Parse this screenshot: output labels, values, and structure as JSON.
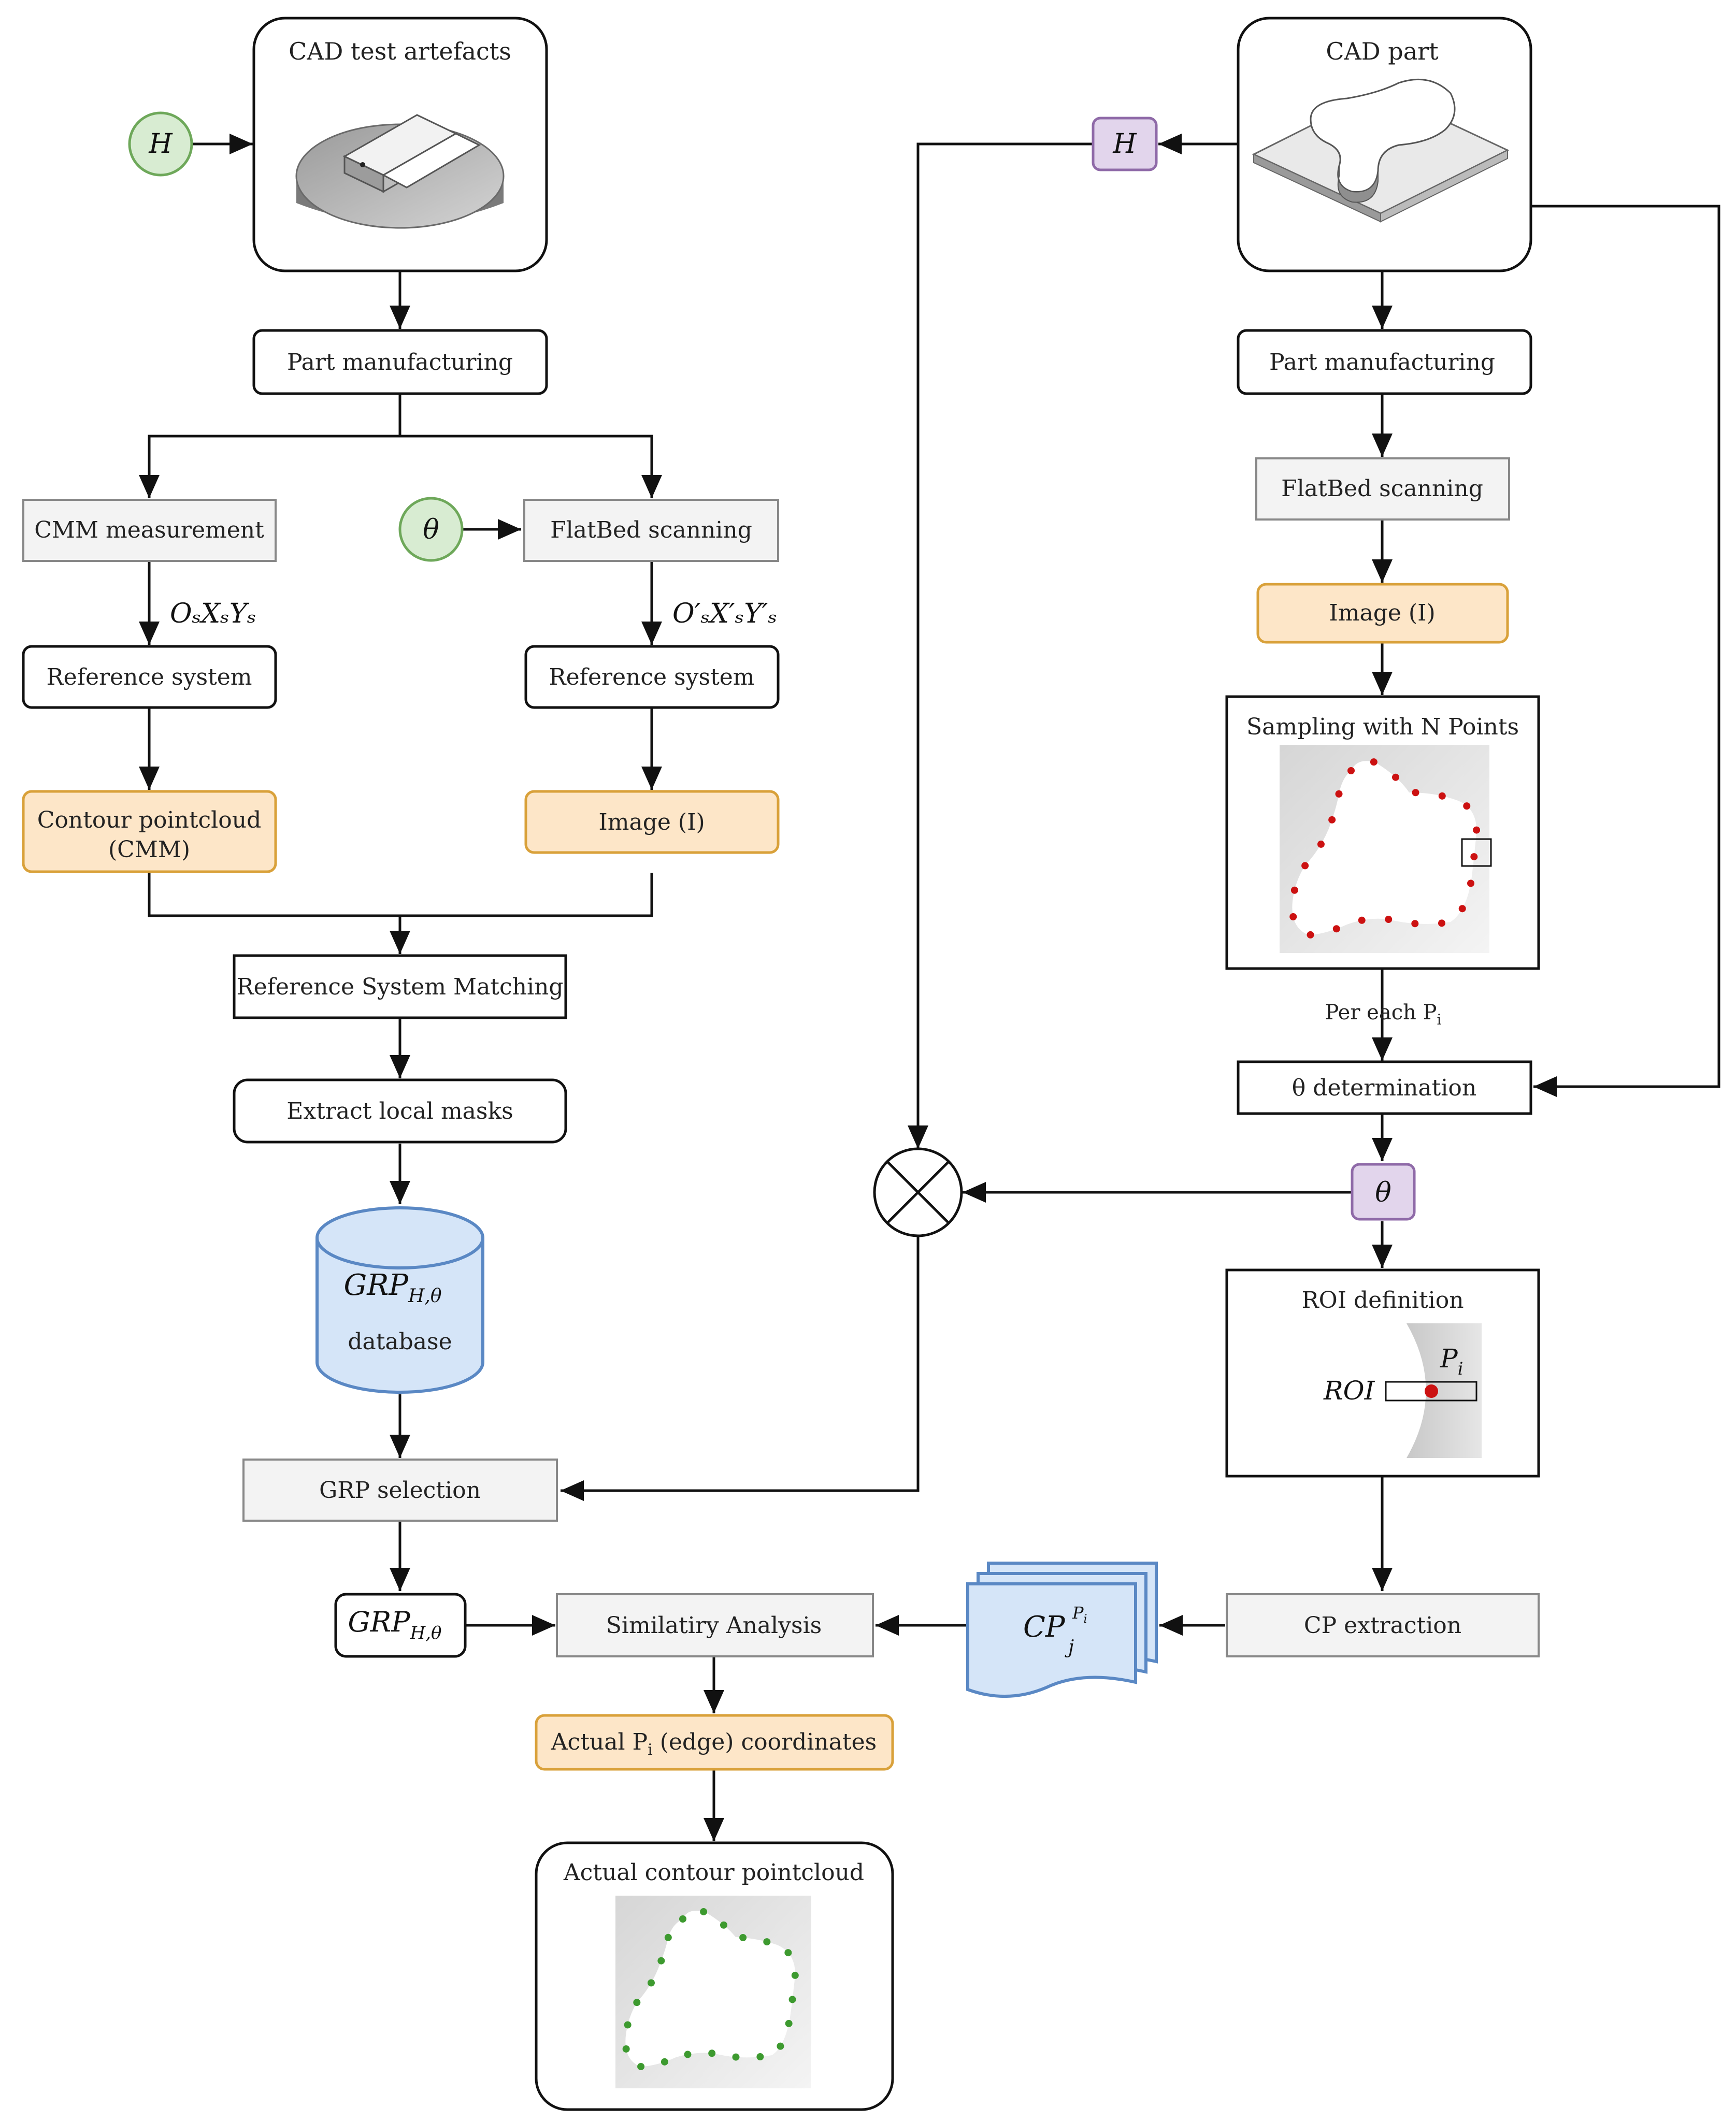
{
  "colors": {
    "white_fill": "#ffffff",
    "gray_fill": "#f3f3f3",
    "gray_stroke": "#888888",
    "orange_fill": "#fde6c8",
    "orange_stroke": "#d9a13a",
    "green_fill": "#d8ecd2",
    "green_stroke": "#6ea85a",
    "purple_fill": "#e2d5ec",
    "purple_stroke": "#8f6aa8",
    "blue_fill": "#d5e5f8",
    "blue_stroke": "#5a88c4",
    "red_point": "#cc1111",
    "green_point": "#3d9a2f"
  },
  "left": {
    "cad_test_artefacts": "CAD test artefacts",
    "h_input": "H",
    "part_manufacturing": "Part manufacturing",
    "cmm_measurement": "CMM measurement",
    "theta_input": "θ",
    "flatbed_scanning": "FlatBed scanning",
    "cmm_axes_label": "OₛXₛYₛ",
    "scan_axes_label": "O′ₛX′ₛY′ₛ",
    "reference_system_a": "Reference system",
    "reference_system_b": "Reference system",
    "contour_pointcloud_line1": "Contour pointcloud",
    "contour_pointcloud_line2": "(CMM)",
    "image_i": "Image (I)",
    "reference_system_matching": "Reference System Matching",
    "extract_local_masks": "Extract local masks",
    "database_symbol": "GRP",
    "database_subscript": "H,θ",
    "database_label": "database",
    "grp_selection": "GRP selection",
    "grp_symbol": "GRP",
    "grp_subscript": "H,θ"
  },
  "right": {
    "cad_part": "CAD part",
    "h_param": "H",
    "part_manufacturing": "Part manufacturing",
    "flatbed_scanning": "FlatBed scanning",
    "image_i": "Image (I)",
    "sampling": "Sampling with N Points",
    "per_each": "Per each P",
    "per_each_sub": "i",
    "theta_determination": "θ determination",
    "theta_param": "θ",
    "roi_definition": "ROI definition",
    "roi_label": "ROI",
    "pi_label": "P",
    "pi_sub": "i",
    "cp_extraction": "CP extraction",
    "cp_symbol": "CP",
    "cp_sub": "j",
    "cp_sup": "P",
    "cp_sup_sub": "i"
  },
  "bottom": {
    "similarity_analysis": "Similatiry Analysis",
    "actual_coords_pre": "Actual P",
    "actual_coords_sub": "i",
    "actual_coords_post": " (edge) coordinates",
    "actual_contour": "Actual contour pointcloud"
  }
}
